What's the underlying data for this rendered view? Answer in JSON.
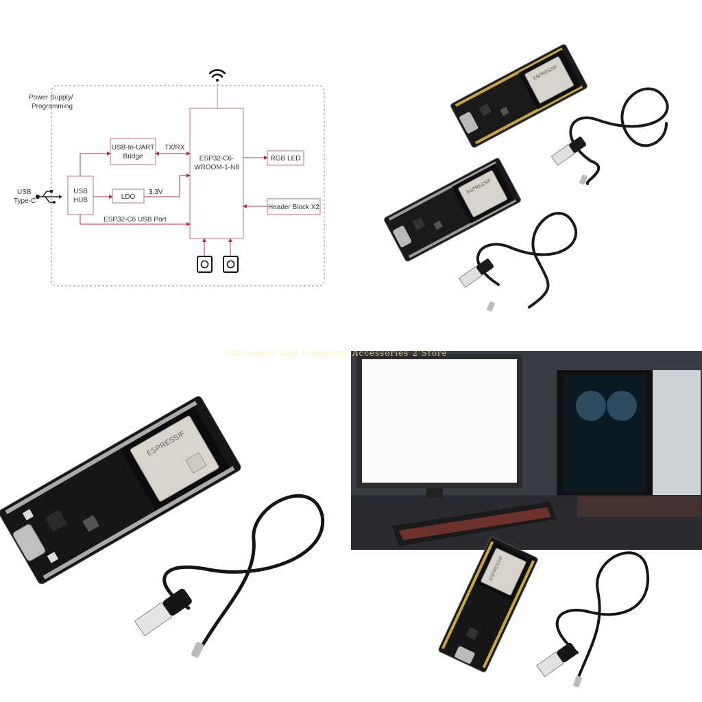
{
  "diagram": {
    "power_label_line1": "Power Supply/",
    "power_label_line2": "Programming",
    "usb_type_c_line1": "USB",
    "usb_type_c_line2": "Type-C",
    "usb_hub_line1": "USB",
    "usb_hub_line2": "HUB",
    "uart_line1": "USB-to-UART",
    "uart_line2": "Bridge",
    "txrx": "TX/RX",
    "ldo": "LDO",
    "v33": "3.3V",
    "usb_port": "ESP32-C6 USB Port",
    "chip_line1": "ESP32-C6-",
    "chip_line2": "WROOM-1-N8",
    "rgb_led": "RGB LED",
    "header": "Header Block X2"
  },
  "watermark": "Stationery And Computer Accessories 2 Store",
  "module_brand": "ESPRESSIF"
}
